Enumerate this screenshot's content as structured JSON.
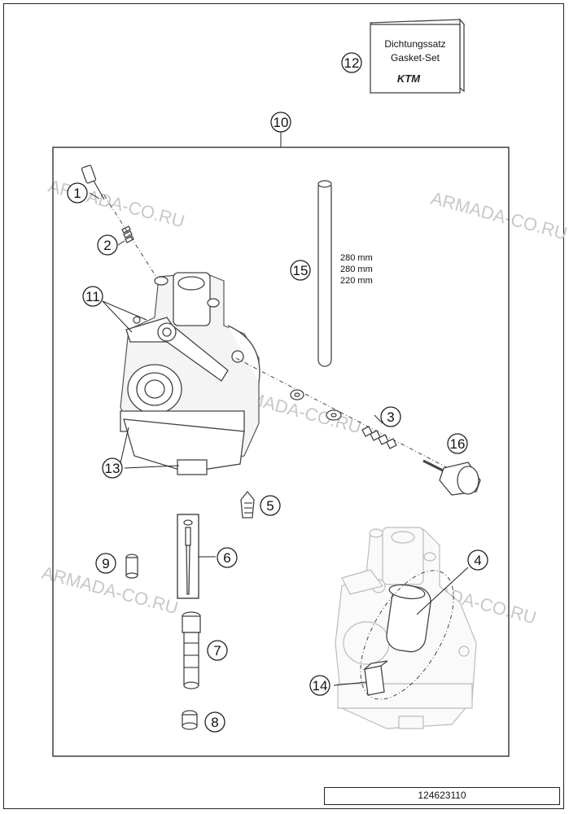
{
  "gasket_set": {
    "line1": "Dichtungssatz",
    "line2": "Gasket-Set",
    "logo": "KTM"
  },
  "callouts": [
    "1",
    "2",
    "3",
    "4",
    "5",
    "6",
    "7",
    "8",
    "9",
    "10",
    "11",
    "12",
    "13",
    "14",
    "15",
    "16"
  ],
  "needle_lengths": [
    "280 mm",
    "280 mm",
    "220 mm"
  ],
  "watermark": "ARMADA-CO.RU",
  "reference_number": "124623110"
}
